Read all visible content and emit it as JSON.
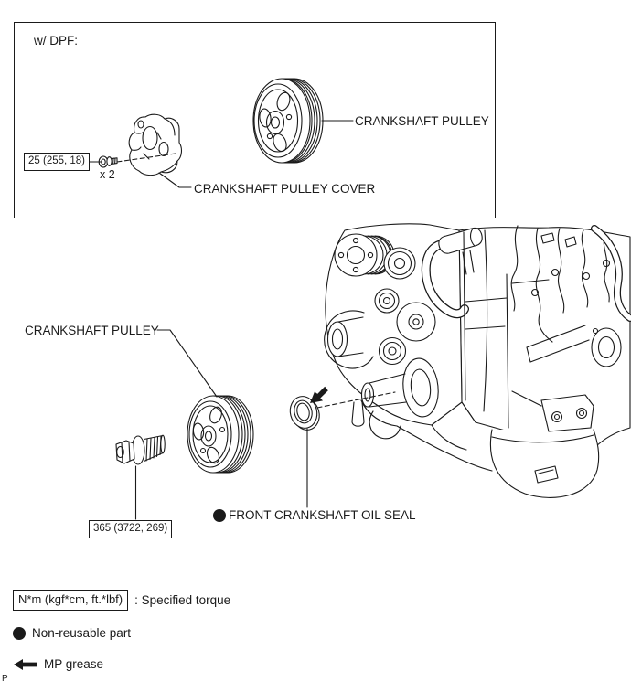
{
  "page": {
    "corner_letter": "P"
  },
  "dpf_box": {
    "title": "w/ DPF:",
    "torque_label": "25 (255, 18)",
    "quantity_label": "x 2",
    "cover_label": "CRANKSHAFT PULLEY COVER",
    "pulley_label": "CRANKSHAFT PULLEY"
  },
  "main_diagram": {
    "pulley_label": "CRANKSHAFT PULLEY",
    "bolt_torque_label": "365 (3722, 269)",
    "oil_seal_label": "FRONT CRANKSHAFT OIL SEAL"
  },
  "legend": {
    "torque_box_label": "N*m (kgf*cm, ft.*lbf)",
    "torque_text": ": Specified torque",
    "non_reusable_text": "Non-reusable part",
    "mp_grease_text": "MP grease"
  },
  "icons": {
    "grease_arrow": "mp-grease-arrow",
    "non_reusable_bullet": "non-reusable-bullet"
  },
  "colors": {
    "line": "#1a1a1a",
    "background": "#ffffff"
  }
}
